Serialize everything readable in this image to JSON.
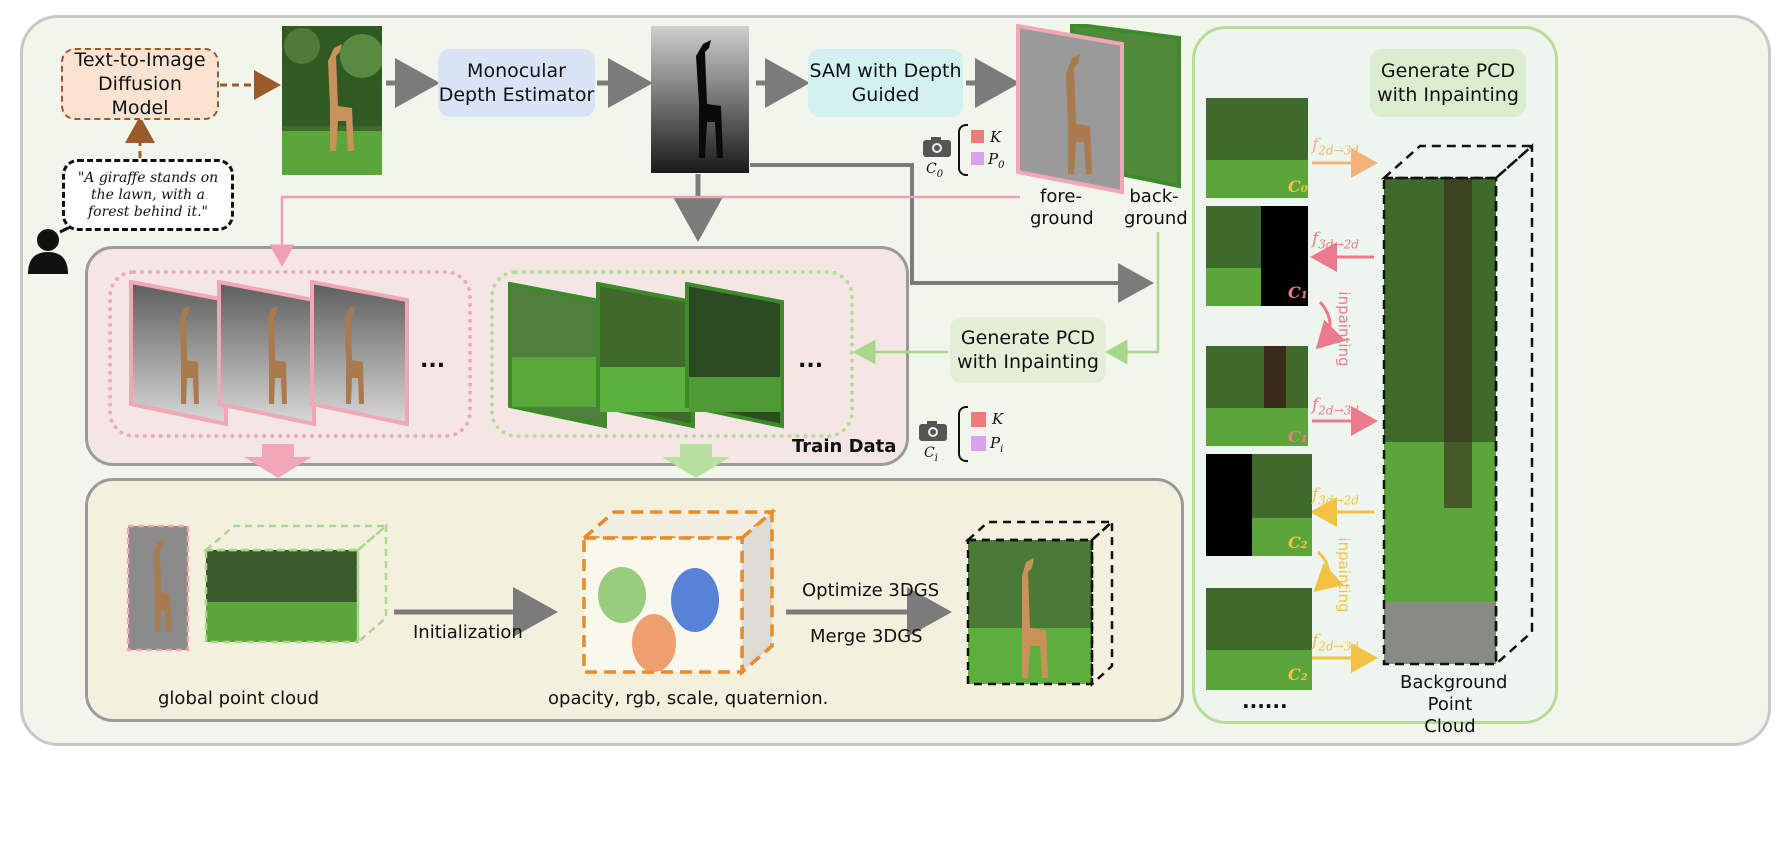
{
  "pipeline": {
    "t2i_model": "Text-to-Image Diffusion Model",
    "prompt": "\"A giraffe stands on the lawn, with a forest behind it.\"",
    "depth_estimator": "Monocular Depth Estimator",
    "sam": "SAM with Depth Guided",
    "foreground": "fore-ground",
    "background": "back-ground",
    "gen_pcd": "Generate PCD with Inpainting",
    "ellipsis": "...",
    "train_data": "Train Data",
    "camera0": {
      "label": "C",
      "sub": "0",
      "k": "K",
      "p": "P",
      "p_sub": "0"
    },
    "camerai": {
      "label": "C",
      "sub": "i",
      "k": "K",
      "p": "P",
      "p_sub": "i"
    }
  },
  "bottom": {
    "global_point_cloud": "global  point cloud",
    "initialization": "Initialization",
    "attributes": "opacity,  rgb,  scale,  quaternion.",
    "optimize": "Optimize 3DGS",
    "merge": "Merge 3DGS"
  },
  "right_panel": {
    "title": "Generate PCD with Inpainting",
    "f_2d3d": "f",
    "f_2d3d_sub": "2d→3d",
    "f_3d2d": "f",
    "f_3d2d_sub": "3d→2d",
    "inpainting": "inpainting",
    "c0": "C₀",
    "c1": "C₁",
    "c2": "C₂",
    "more": "......",
    "bg_point_cloud": "Background Point Cloud"
  },
  "colors": {
    "pink": "#f2a7b6",
    "green": "#a8d98a",
    "orange": "#ea8a2a",
    "gray_arrow": "#7b7b7b",
    "gold": "#f3c243"
  }
}
